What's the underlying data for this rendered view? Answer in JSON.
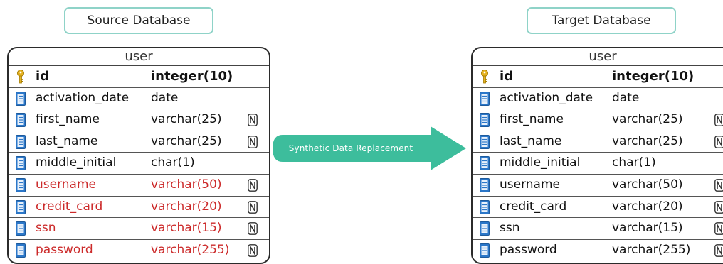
{
  "source": {
    "label": "Source Database",
    "table_name": "user",
    "fields": [
      {
        "name": "id",
        "type": "integer(10)",
        "key": true,
        "nullable": false,
        "sensitive": false
      },
      {
        "name": "activation_date",
        "type": "date",
        "key": false,
        "nullable": false,
        "sensitive": false
      },
      {
        "name": "first_name",
        "type": "varchar(25)",
        "key": false,
        "nullable": true,
        "sensitive": false
      },
      {
        "name": "last_name",
        "type": "varchar(25)",
        "key": false,
        "nullable": true,
        "sensitive": false
      },
      {
        "name": "middle_initial",
        "type": "char(1)",
        "key": false,
        "nullable": false,
        "sensitive": false
      },
      {
        "name": "username",
        "type": "varchar(50)",
        "key": false,
        "nullable": true,
        "sensitive": true
      },
      {
        "name": "credit_card",
        "type": "varchar(20)",
        "key": false,
        "nullable": true,
        "sensitive": true
      },
      {
        "name": "ssn",
        "type": "varchar(15)",
        "key": false,
        "nullable": true,
        "sensitive": true
      },
      {
        "name": "password",
        "type": "varchar(255)",
        "key": false,
        "nullable": true,
        "sensitive": true
      }
    ]
  },
  "target": {
    "label": "Target Database",
    "table_name": "user",
    "fields": [
      {
        "name": "id",
        "type": "integer(10)",
        "key": true,
        "nullable": false,
        "sensitive": false
      },
      {
        "name": "activation_date",
        "type": "date",
        "key": false,
        "nullable": false,
        "sensitive": false
      },
      {
        "name": "first_name",
        "type": "varchar(25)",
        "key": false,
        "nullable": true,
        "sensitive": false
      },
      {
        "name": "last_name",
        "type": "varchar(25)",
        "key": false,
        "nullable": true,
        "sensitive": false
      },
      {
        "name": "middle_initial",
        "type": "char(1)",
        "key": false,
        "nullable": false,
        "sensitive": false
      },
      {
        "name": "username",
        "type": "varchar(50)",
        "key": false,
        "nullable": true,
        "sensitive": false
      },
      {
        "name": "credit_card",
        "type": "varchar(20)",
        "key": false,
        "nullable": true,
        "sensitive": false
      },
      {
        "name": "ssn",
        "type": "varchar(15)",
        "key": false,
        "nullable": true,
        "sensitive": false
      },
      {
        "name": "password",
        "type": "varchar(255)",
        "key": false,
        "nullable": true,
        "sensitive": false
      }
    ]
  },
  "arrow": {
    "label": "Synthetic Data Replacement"
  },
  "icons": {
    "key": "key-icon",
    "column": "column-icon",
    "nullable": "nullable-n-icon"
  },
  "colors": {
    "arrow": "#3dbd9c",
    "sensitive_text": "#cc2a2a",
    "label_border": "#8fd3c8",
    "column_icon": "#2b77c9",
    "key_icon": "#e6b322"
  }
}
